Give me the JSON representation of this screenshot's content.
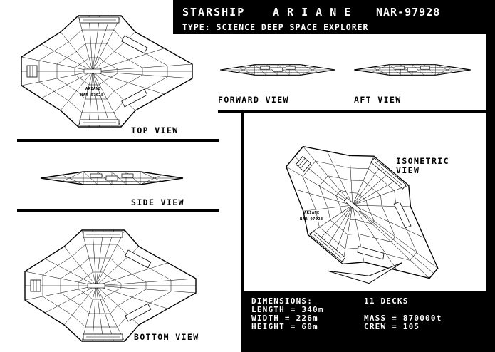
{
  "title": {
    "starship": "STARSHIP",
    "name": "A R I A N E",
    "registry": "NAR-97928",
    "type": "TYPE: SCIENCE DEEP SPACE EXPLORER"
  },
  "views": {
    "top": "TOP VIEW",
    "side": "SIDE VIEW",
    "bottom": "BOTTOM VIEW",
    "forward": "FORWARD VIEW",
    "aft": "AFT  VIEW",
    "isometric_line1": "ISOMETRIC",
    "isometric_line2": "VIEW"
  },
  "hull_markings": {
    "name": "ARIANE",
    "registry": "NAR-97928"
  },
  "specs": {
    "dimensions_label": "DIMENSIONS:",
    "length": "LENGTH = 340m",
    "width": "WIDTH = 226m",
    "height": "HEIGHT = 60m",
    "decks": "11 DECKS",
    "mass": "MASS = 870000t",
    "crew": "CREW = 105"
  },
  "colors": {
    "ink": "#000000",
    "paper": "#ffffff"
  }
}
